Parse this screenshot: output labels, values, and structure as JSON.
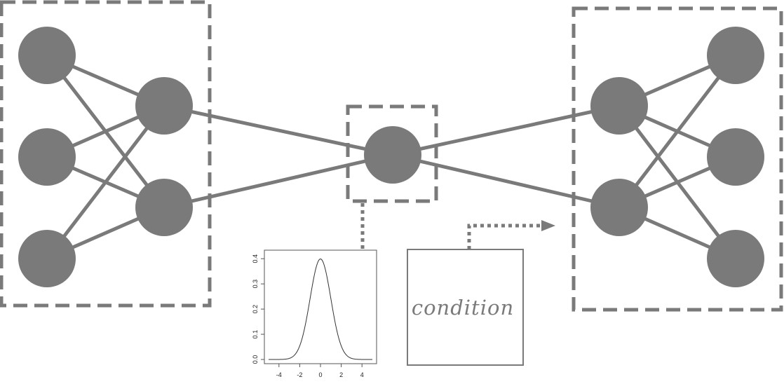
{
  "distribution_plot": {
    "x_ticks": [
      "-4",
      "-2",
      "0",
      "2",
      "4"
    ],
    "y_ticks": [
      "0.0",
      "0.1",
      "0.2",
      "0.3",
      "0.4"
    ],
    "x_range": [
      -5,
      5
    ],
    "y_range": [
      0,
      0.42
    ],
    "mean": 0,
    "sd": 1
  },
  "condition_box": {
    "label": "condition"
  },
  "colors": {
    "node": "#7a7a7a",
    "edge": "#7a7a7a"
  }
}
